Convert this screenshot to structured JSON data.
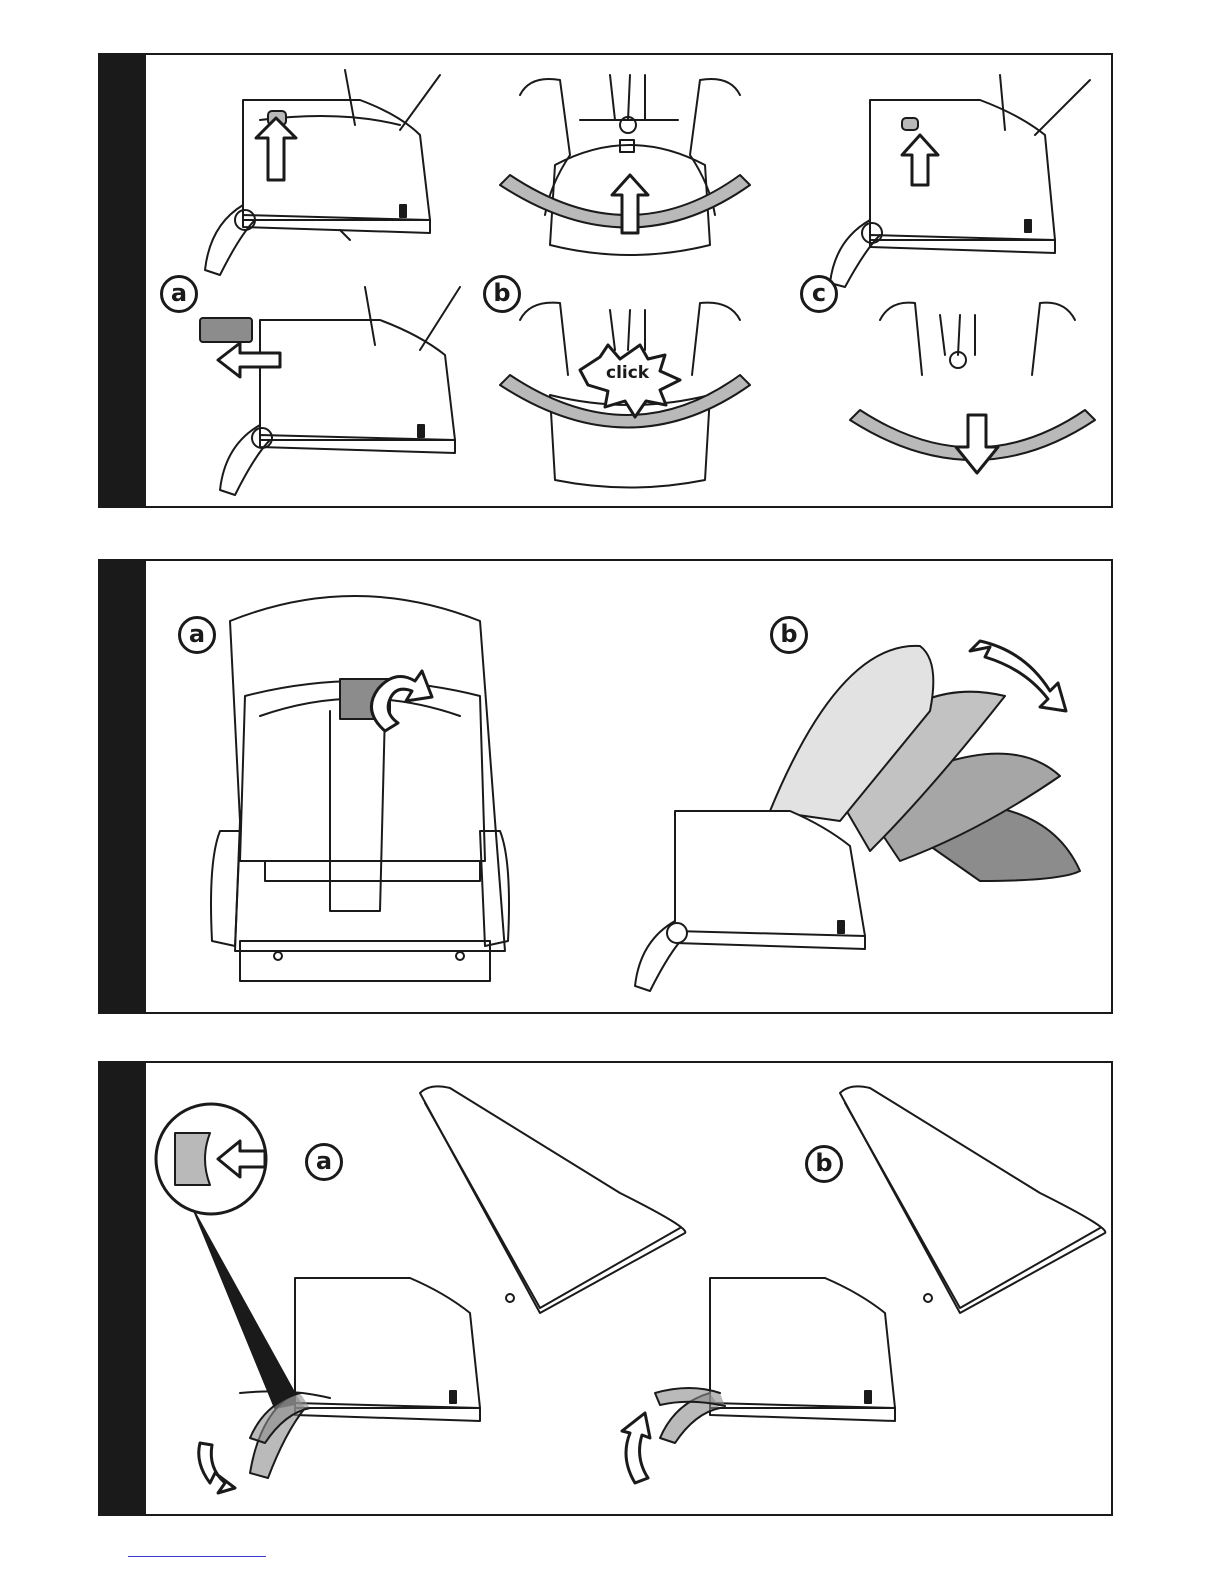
{
  "panels": [
    {
      "labels": [
        "a",
        "b",
        "c"
      ],
      "callout": "click"
    },
    {
      "labels": [
        "a",
        "b"
      ]
    },
    {
      "labels": [
        "a",
        "b"
      ]
    }
  ],
  "colors": {
    "ink": "#1a1a1a",
    "fill_gray": "#b9b9b9",
    "fill_dark": "#8c8c8c",
    "side_bar": "#1a1a1a"
  }
}
